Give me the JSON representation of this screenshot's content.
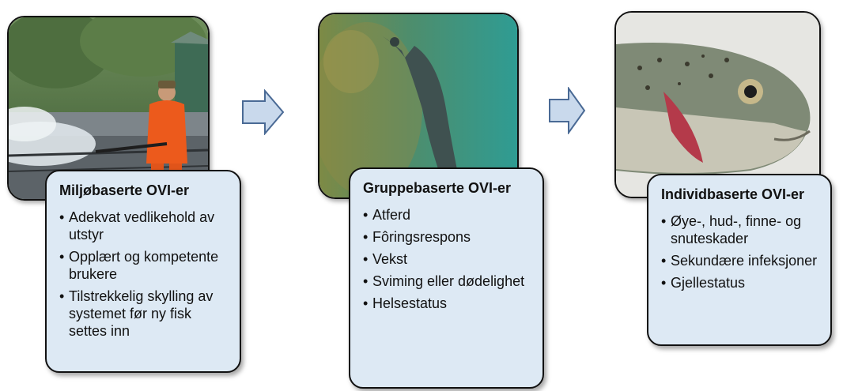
{
  "stages": [
    {
      "title": "Miljøbaserte OVI-er",
      "photo_icon": "fish-farm-worker-photo",
      "items": [
        "Adekvat vedlikehold av utstyr",
        "Opplært og kompetente brukere",
        "Tilstrekkelig skylling av systemet før ny fisk settes inn"
      ]
    },
    {
      "title": "Gruppebaserte OVI-er",
      "photo_icon": "underwater-fish-photo",
      "items": [
        "Atferd",
        "Fôringsrespons",
        "Vekst",
        "Sviming eller dødelighet",
        "Helsestatus"
      ]
    },
    {
      "title": "Individbaserte OVI-er",
      "photo_icon": "trout-head-photo",
      "items": [
        "Øye-, hud-, finne- og snuteskader",
        "Sekundære infeksjoner",
        "Gjellestatus"
      ]
    }
  ],
  "colors": {
    "card_fill": "#dde9f4",
    "arrow_fill": "#c9d9ec",
    "arrow_stroke": "#4a6a95"
  }
}
